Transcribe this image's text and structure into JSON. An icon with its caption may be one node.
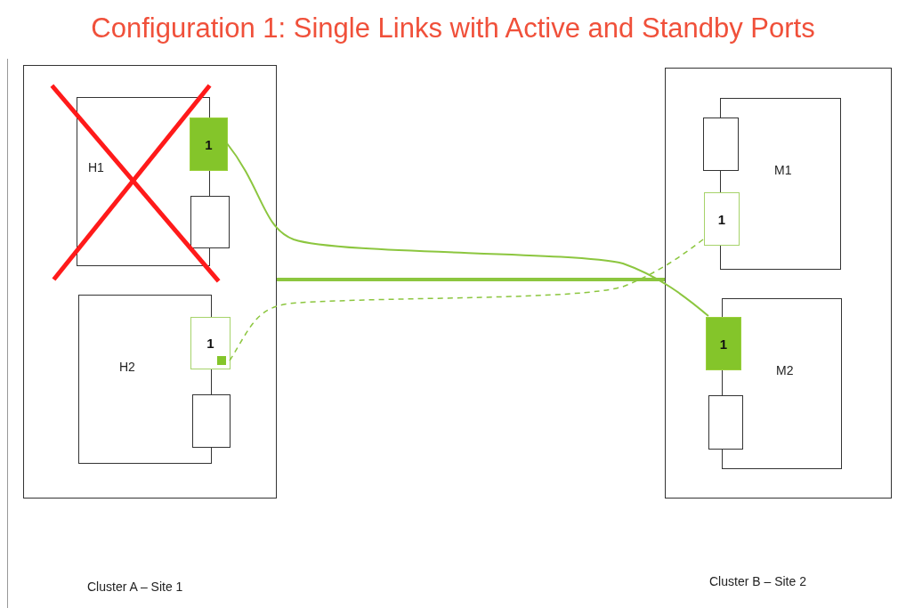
{
  "diagram": {
    "title": "Configuration 1: Single Links with Active and Standby Ports",
    "nodes": [
      {
        "text": [],
        "shape": "box"
      },
      {
        "text": [
          "H1"
        ],
        "in": 0
      },
      {
        "text": [
          "1"
        ],
        "in": 0
      },
      {
        "text": [],
        "shape": "box",
        "in": 0
      },
      {
        "text": [
          "H2"
        ],
        "in": 0
      },
      {
        "text": [
          "1"
        ],
        "in": 0
      },
      {
        "text": [],
        "shape": "box",
        "in": 0
      },
      {
        "text": [],
        "shape": "box"
      },
      {
        "text": [
          "M1"
        ],
        "in": 7
      },
      {
        "text": [],
        "shape": "box",
        "in": 7
      },
      {
        "text": [
          "1"
        ],
        "in": 7
      },
      {
        "text": [
          "M2"
        ],
        "in": 7
      },
      {
        "text": [
          "1"
        ],
        "in": 7
      },
      {
        "text": [],
        "shape": "box",
        "in": 7
      }
    ],
    "edges": [
      {
        "from": 2,
        "to": 12,
        "arrow": "none"
      },
      {
        "from": 5,
        "to": 10,
        "arrow": "none",
        "style": "dashed"
      },
      {
        "from": 0,
        "to": 7,
        "arrow": "none",
        "style": "thick"
      }
    ],
    "labels": [
      "Cluster A – Site 1",
      "Cluster B – Site 2"
    ]
  }
}
